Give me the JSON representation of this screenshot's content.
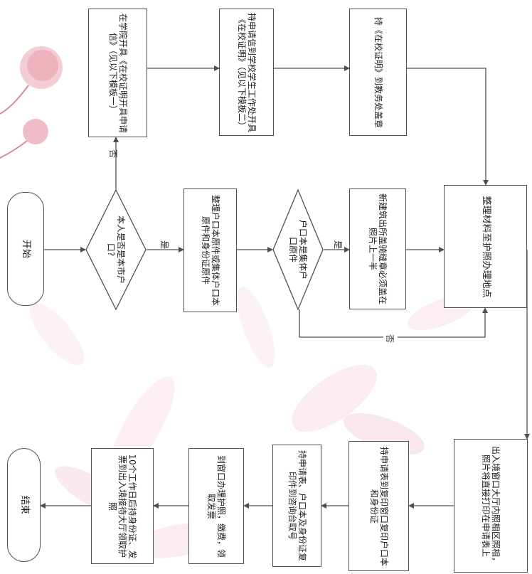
{
  "start": "开始",
  "end": "结束",
  "q_city": "本人是否是本市户口?",
  "q_collective": "户口本是集体户口原件",
  "yes": "是",
  "no": "否",
  "school_letter": "在学院开具《在校证明开具申请信》（见以下模板一）",
  "student_office": "持申请信到学校学生工作处开具《在校证明》（见以下模板二）",
  "stamp": "持《在校证明》到教务处盖章",
  "prep_hukou": "整理户口本原件或集体户口本原件和身份证原件",
  "copy_stamp": "新建筑出所盖骑缝章必须盖在照片上一半",
  "prep_material": "整理材料至护照办理地点",
  "photo": "出入境窗口大厅内照相区照相，照片将直接打印在申请表上",
  "copy_window": "持申请表到复印窗口复印户口本和身份证",
  "take_number": "持申请表、户口本及身份证复印件到咨询台取号",
  "pay": "到窗口办理护照，缴费，领取发票",
  "collect": "10个工作日后持身份证、发票到出入境接待大厅领取护照"
}
